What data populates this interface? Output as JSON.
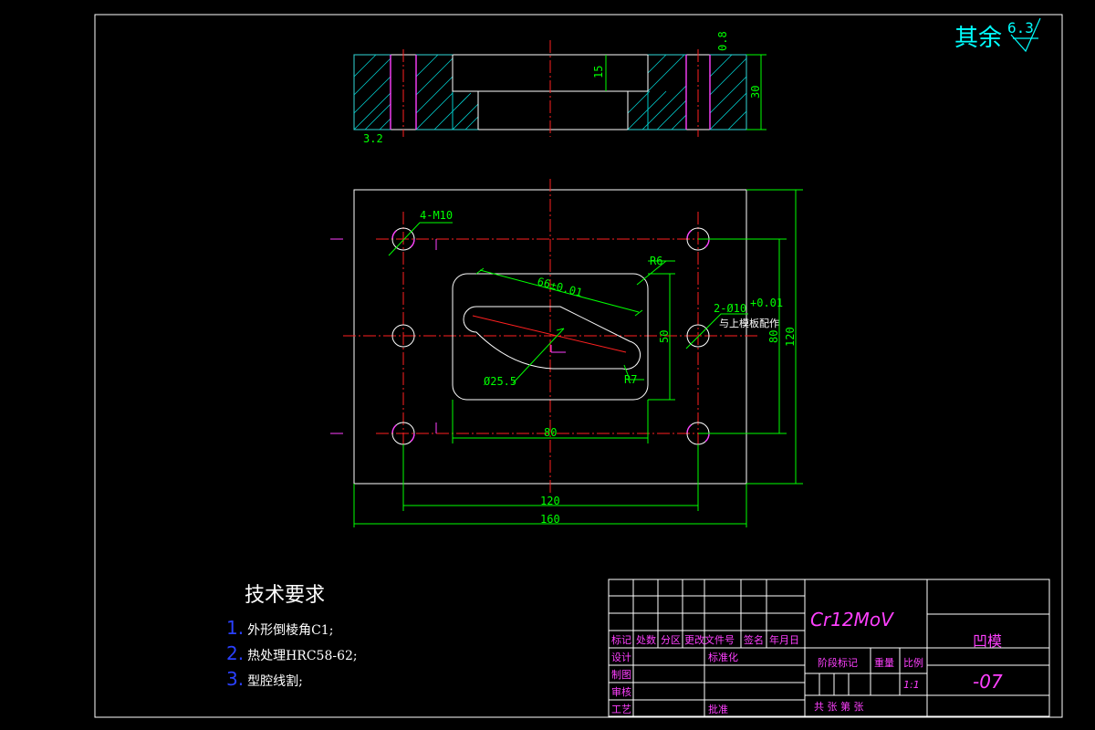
{
  "roughness": {
    "label": "其余",
    "value": "6.3",
    "section_mark": "0.8"
  },
  "section_view": {
    "dim_depth": "15",
    "dim_thickness": "30",
    "bottom_mark": "3.2"
  },
  "plan_view": {
    "hole_callout": "4-M10",
    "slant_dim": "66±0.01",
    "radius_outer": "R6",
    "pin_callout": "2-Ø10",
    "pin_tol": "+0.01",
    "pin_note": "与上模板配作",
    "diameter": "Ø25.5",
    "radius_inner": "R7",
    "dim_cavity_h": "50",
    "dim_hole_v": "80",
    "dim_height": "120",
    "dim_cavity_w": "80",
    "dim_hole_h": "120",
    "dim_width": "160"
  },
  "tech_req": {
    "title": "技术要求",
    "items": [
      {
        "num": "1.",
        "text": "外形倒棱角C1;"
      },
      {
        "num": "2.",
        "text": "热处理HRC58-62;"
      },
      {
        "num": "3.",
        "text": "型腔线割;"
      }
    ]
  },
  "title_block": {
    "material": "Cr12MoV",
    "part_name": "凹模",
    "drawing_no": "-07",
    "scale": "1:1",
    "row_labels": [
      "标记",
      "处数",
      "分区",
      "更改文件号",
      "签名",
      "年月日"
    ],
    "left_labels": [
      "设计",
      "制图",
      "审核",
      "工艺"
    ],
    "standardize": "标准化",
    "approve": "批准",
    "stage_mark": "阶段标记",
    "weight": "重量",
    "ratio": "比例",
    "sheets": "共   张   第   张"
  }
}
